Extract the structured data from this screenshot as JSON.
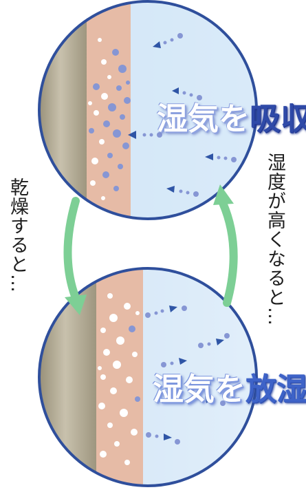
{
  "labels": {
    "dry": "乾燥すると…",
    "humid": "湿度が高くなると…",
    "absorb_part1": "湿気を",
    "absorb_part2": "吸収",
    "release_part1": "湿気を",
    "release_part2": "放湿"
  },
  "colors": {
    "circle_border": "#2f4f9c",
    "air_light": "#e9f3fc",
    "air_mid": "#c7e1f6",
    "wall_pink": "#e6bba6",
    "wall_gray": "#b9b19c",
    "arrow_green": "#7dcf95",
    "dot_blue": "#8696d4",
    "dot_white": "#ffffff",
    "moisture_arrow": "#2f55a6"
  },
  "icons": [
    "moisture-dot-arrow-icon",
    "cycle-arrow-icon"
  ]
}
